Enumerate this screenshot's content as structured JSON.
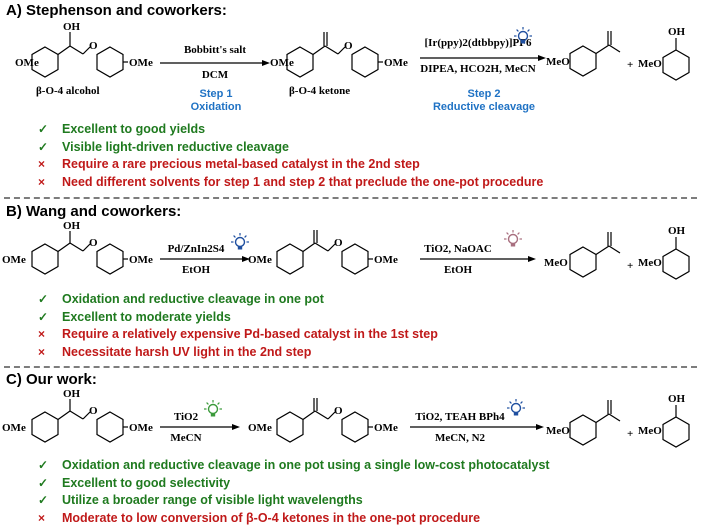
{
  "colors": {
    "pro": "#1f7a1f",
    "con": "#c01919",
    "step": "#1f72c4",
    "divider": "#7d7d7d"
  },
  "sectionA": {
    "title": "A) Stephenson and coworkers:",
    "alcohol_label": "β-O-4 alcohol",
    "ketone_label": "β-O-4 ketone",
    "reagent1_top": "Bobbitt's salt",
    "reagent1_bottom": "DCM",
    "reagent2_top": "[Ir(ppy)2(dtbbpy)]PF6",
    "reagent2_bottom": "DIPEA, HCO2H, MeCN",
    "step1_line1": "Step 1",
    "step1_line2": "Oxidation",
    "step2_line1": "Step 2",
    "step2_line2": "Reductive cleavage",
    "points": [
      {
        "type": "pro",
        "mark": "✓",
        "text": "Excellent to good yields"
      },
      {
        "type": "pro",
        "mark": "✓",
        "text": "Visible light-driven reductive cleavage"
      },
      {
        "type": "con",
        "mark": "×",
        "text": "Require a rare precious metal-based catalyst in the 2nd step"
      },
      {
        "type": "con",
        "mark": "×",
        "text": "Need different solvents for step 1 and step 2 that preclude the one-pot procedure"
      }
    ]
  },
  "sectionB": {
    "title": "B) Wang and coworkers:",
    "reagent1_top": "Pd/ZnIn2S4",
    "reagent1_bottom": "EtOH",
    "reagent2_top": "TiO2, NaOAC",
    "reagent2_bottom": "EtOH",
    "points": [
      {
        "type": "pro",
        "mark": "✓",
        "text": "Oxidation and reductive cleavage in one pot"
      },
      {
        "type": "pro",
        "mark": "✓",
        "text": "Excellent to moderate yields"
      },
      {
        "type": "con",
        "mark": "×",
        "text": "Require a relatively expensive Pd-based catalyst in the 1st step"
      },
      {
        "type": "con",
        "mark": "×",
        "text": "Necessitate harsh UV light in the 2nd step"
      }
    ]
  },
  "sectionC": {
    "title": "C) Our work:",
    "reagent1_top": "TiO2",
    "reagent1_bottom": "MeCN",
    "reagent2_top": "TiO2, TEAH BPh4",
    "reagent2_bottom": "MeCN, N2",
    "points": [
      {
        "type": "pro",
        "mark": "✓",
        "text": "Oxidation and reductive cleavage in one pot using a single low-cost photocatalyst"
      },
      {
        "type": "pro",
        "mark": "✓",
        "text": "Excellent to good selectivity"
      },
      {
        "type": "pro",
        "mark": "✓",
        "text": "Utilize a broader range of visible light wavelengths"
      },
      {
        "type": "con",
        "mark": "×",
        "text": "Moderate to low conversion of β-O-4 ketones in the one-pot procedure"
      }
    ]
  },
  "chem": {
    "OMe": "OMe",
    "MeO": "MeO",
    "OH": "OH",
    "O": "O",
    "plus": "+"
  },
  "bulbs": {
    "A_step2": "#1f4fa0",
    "B_step1": "#1f4fa0",
    "B_step2": "#a86f7f",
    "C_step1": "#3b9a3b",
    "C_step2": "#1f4fa0"
  }
}
